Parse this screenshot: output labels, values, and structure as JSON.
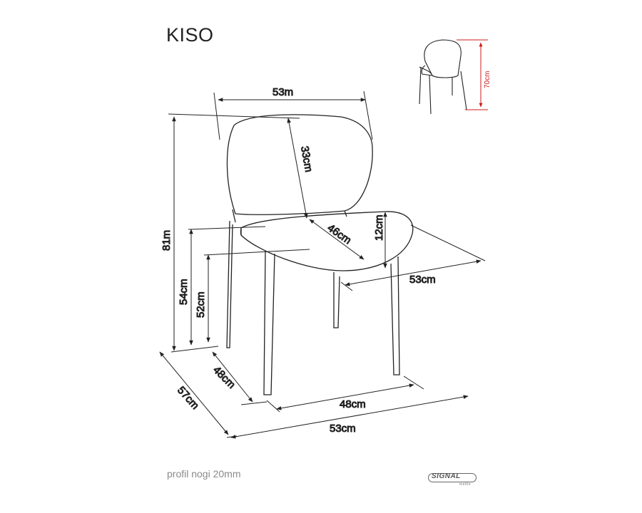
{
  "title": "KISO",
  "caption": "profil nogi 20mm",
  "brand": {
    "logo_text": "SIGNAL",
    "logo_sub": "meble"
  },
  "dimensions": {
    "backrest_width": "53m",
    "backrest_height": "33cm",
    "total_height": "81m",
    "seat_depth": "46cm",
    "seat_thickness": "12cm",
    "seat_width": "53cm",
    "seat_height_front": "54cm",
    "seat_height_back": "52cm",
    "leg_depth": "48cm",
    "leg_width": "48cm",
    "footprint_depth": "57cm",
    "footprint_width": "53cm",
    "thumbnail_height": "70cm"
  },
  "colors": {
    "line": "#222222",
    "thumb_arrow": "#cc1b1b"
  }
}
